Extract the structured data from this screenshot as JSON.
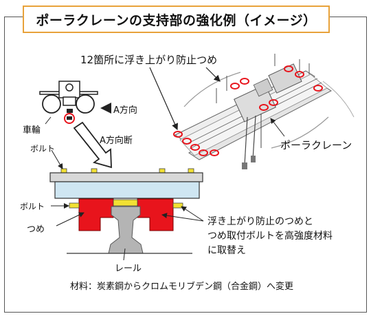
{
  "title": "ポーラクレーンの支持部の強化例（イメージ）",
  "labels": {
    "claws_12": "12箇所に浮き上がり防止つめ",
    "a_direction": "A方向",
    "wheel": "車輪",
    "a_section": "A方向断",
    "bolt_top": "ボルト",
    "bolt_side": "ボルト",
    "claw": "つめ",
    "rail": "レール",
    "polar_crane": "ポーラクレーン",
    "note_line1": "浮き上がり防止のつめと",
    "note_line2": "つめ取付ボルトを高強度材料",
    "note_line3": "に取替え",
    "material": "材料：炭素鋼からクロムモリブデン鋼（合金鋼）へ変更"
  },
  "colors": {
    "title_border": "#e8a23a",
    "claw_red": "#e8141c",
    "bolt_yellow": "#f2e033",
    "plate_blue": "#cfe6f2",
    "rail_gray": "#b4b4b4"
  }
}
